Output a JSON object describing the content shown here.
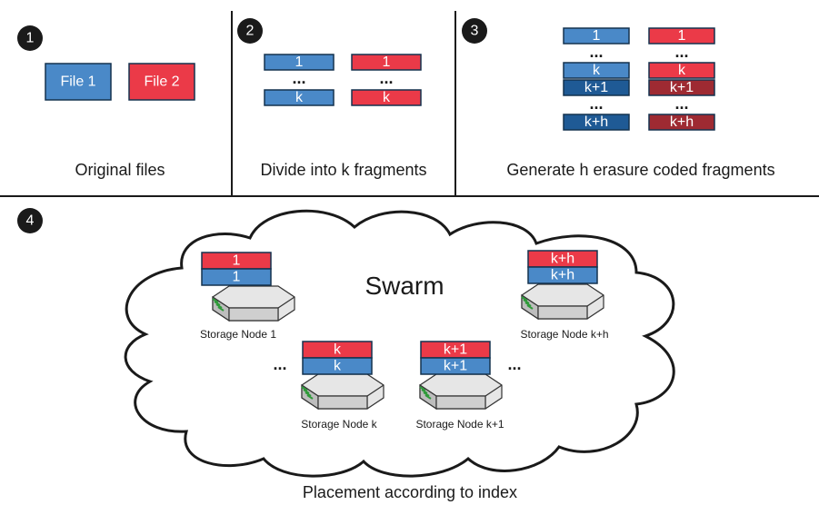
{
  "colors": {
    "blue": "#4a89c8",
    "blue_dark": "#1f5a95",
    "red": "#eb3a48",
    "red_dark": "#9e2a32",
    "stroke": "#14324f",
    "step_badge": "#1a1a1a"
  },
  "steps": [
    {
      "number": "1",
      "caption": "Original files"
    },
    {
      "number": "2",
      "caption": "Divide into k fragments"
    },
    {
      "number": "3",
      "caption": "Generate h erasure coded fragments"
    },
    {
      "number": "4",
      "caption": "Placement according to index"
    }
  ],
  "panel1": {
    "file1": "File 1",
    "file2": "File 2"
  },
  "panel2": {
    "first": "1",
    "ellipsis": "...",
    "last": "k"
  },
  "panel3": {
    "first": "1",
    "ellipsis": "...",
    "k": "k",
    "k1": "k+1",
    "kh": "k+h"
  },
  "swarm": {
    "title": "Swarm",
    "ellipsis": "...",
    "nodes": [
      {
        "label": "Storage Node 1",
        "fragment": "1"
      },
      {
        "label": "Storage Node k",
        "fragment": "k"
      },
      {
        "label": "Storage Node k+1",
        "fragment": "k+1"
      },
      {
        "label": "Storage Node k+h",
        "fragment": "k+h"
      }
    ]
  }
}
